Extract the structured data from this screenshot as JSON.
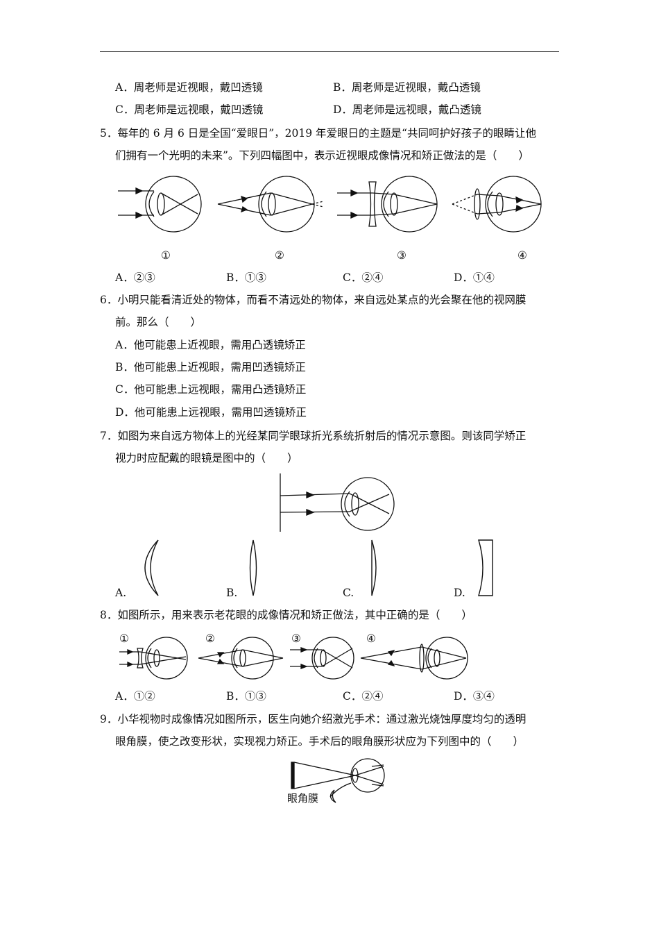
{
  "q4_options": {
    "a": "A．周老师是近视眼，戴凹透镜",
    "b": "B．周老师是近视眼，戴凸透镜",
    "c": "C．周老师是远视眼，戴凹透镜",
    "d": "D．周老师是远视眼，戴凸透镜"
  },
  "q5": {
    "line1": "5．每年的 6 月 6 日是全国“爱眼日”，2019 年爱眼日的主题是“共同呵护好孩子的眼睛让他",
    "line2": "们拥有一个光明的未来”。下列四幅图中，表示近视眼成像情况和矫正做法的是（　　）",
    "labels": [
      "①",
      "②",
      "③",
      "④"
    ],
    "options": {
      "a": "A．②③",
      "b": "B．①③",
      "c": "C．②④",
      "d": "D．①④"
    }
  },
  "q6": {
    "line1": "6．小明只能看清近处的物体，而看不清远处的物体，来自远处某点的光会聚在他的视网膜",
    "line2": "前。那么（　　）",
    "options": {
      "a": "A．他可能患上近视眼，需用凸透镜矫正",
      "b": "B．他可能患上近视眼，需用凹透镜矫正",
      "c": "C．他可能患上远视眼，需用凸透镜矫正",
      "d": "D．他可能患上远视眼，需用凹透镜矫正"
    }
  },
  "q7": {
    "line1": "7．如图为来自远方物体上的光经某同学眼球折光系统折射后的情况示意图。则该同学矫正",
    "line2": "视力时应配戴的眼镜是图中的（　　）",
    "options": {
      "a": "A.",
      "b": "B.",
      "c": "C.",
      "d": "D."
    }
  },
  "q8": {
    "line1": "8．如图所示，用来表示老花眼的成像情况和矫正做法，其中正确的是（　　）",
    "labels": [
      "①",
      "②",
      "③",
      "④"
    ],
    "options": {
      "a": "A．①②",
      "b": "B．①③",
      "c": "C．②④",
      "d": "D．③④"
    }
  },
  "q9": {
    "line1": "9．小华视物时成像情况如图所示，医生向她介绍激光手术：通过激光烧蚀厚度均匀的透明",
    "line2": "眼角膜，使之改变形状，实现视力矫正。手术后的眼角膜形状应为下列图中的（　　）",
    "figure_label": "眼角膜"
  }
}
